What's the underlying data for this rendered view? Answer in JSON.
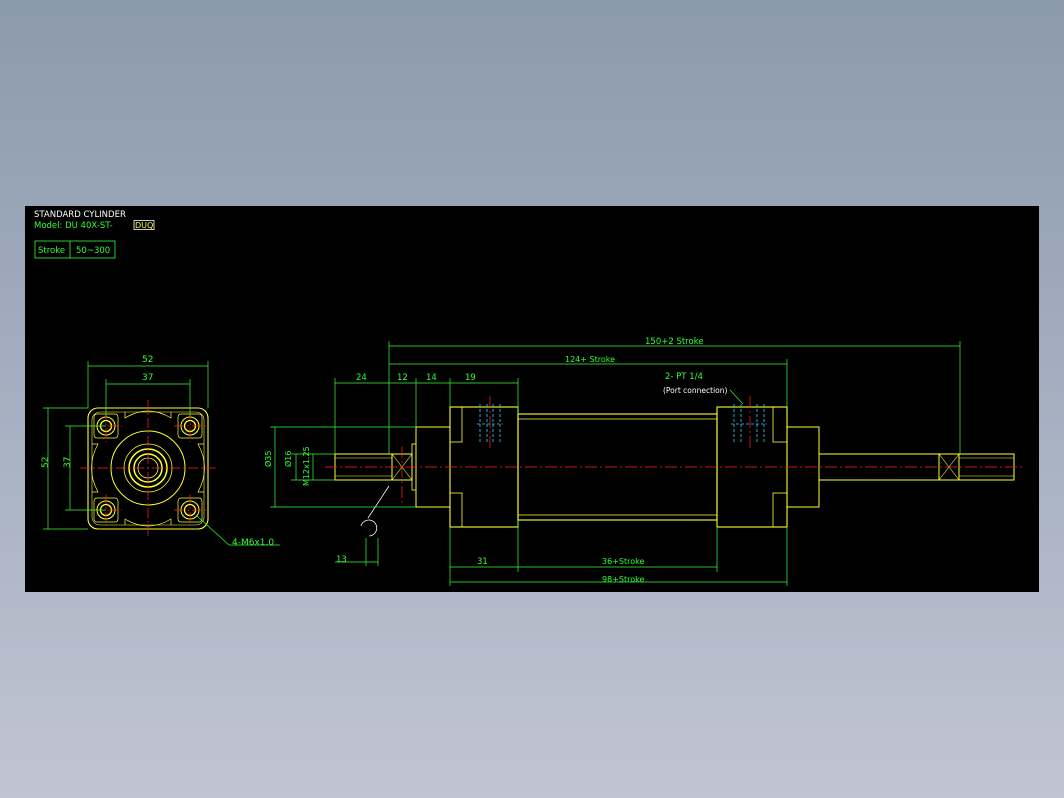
{
  "title_block": {
    "title": "STANDARD CYLINDER",
    "model_label": "Model: DU 40X-ST-",
    "model_suffix": "DUQ",
    "stroke_label": "Stroke",
    "stroke_range": "50~300"
  },
  "end_view": {
    "dims": {
      "width_outer": "52",
      "width_inner": "37",
      "height_outer": "52",
      "height_inner": "37",
      "thread_note": "4-M6x1.0"
    }
  },
  "side_view": {
    "dims": {
      "overall": "150+2 Stroke",
      "body_ports": "124+ Stroke",
      "d24": "24",
      "d12": "12",
      "d14": "14",
      "d19": "19",
      "port": "2- PT 1/4",
      "port_note": "(Port connection)",
      "dia35": "Ø35",
      "dia16": "Ø16",
      "thread": "M12x1.25",
      "wrench": "13",
      "d31": "31",
      "d36": "36+Stroke",
      "d98": "98+Stroke"
    }
  },
  "colors": {
    "background": "#000000",
    "outline": "#ffff33",
    "dimension": "#33ff33",
    "centerline": "#ff2222",
    "hidden": "#33ccff",
    "text": "#ffffff"
  }
}
